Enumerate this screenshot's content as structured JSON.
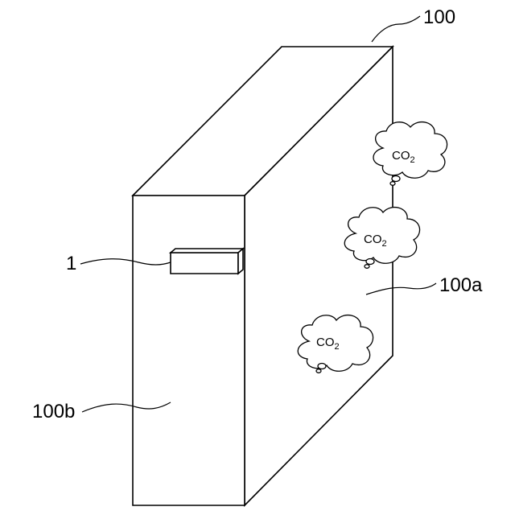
{
  "labels": {
    "device": "100",
    "side_face": "100a",
    "front_face": "100b",
    "component": "1"
  },
  "co2_clouds": [
    {
      "main": "CO",
      "sub": "2"
    },
    {
      "main": "CO",
      "sub": "2"
    },
    {
      "main": "CO",
      "sub": "2"
    }
  ],
  "colors": {
    "line": "#000000",
    "background": "#ffffff"
  }
}
